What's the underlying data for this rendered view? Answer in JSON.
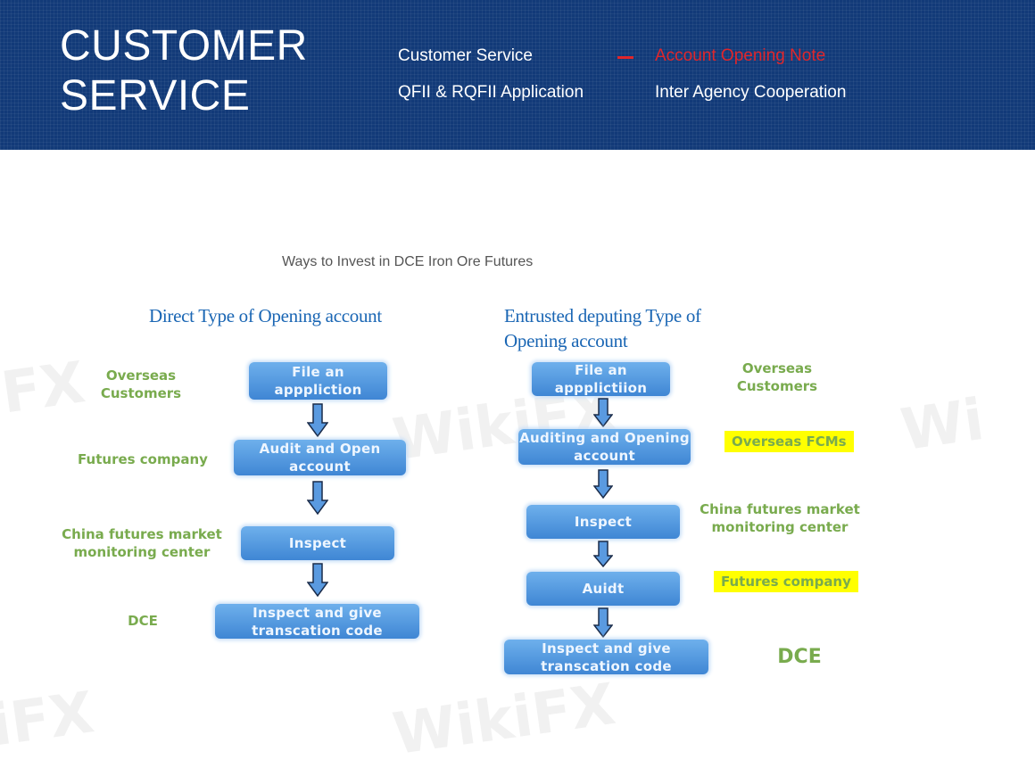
{
  "header": {
    "title_line1": "CUSTOMER",
    "title_line2": "SERVICE",
    "nav": [
      {
        "label": "Customer Service"
      },
      {
        "label": "Account Opening Note"
      },
      {
        "label": "QFII & RQFII Application"
      },
      {
        "label": "Inter Agency Cooperation"
      }
    ],
    "active_color": "#e0262b",
    "banner_color": "#123a78"
  },
  "main": {
    "section_title": "Ways to Invest in DCE Iron Ore Futures",
    "direct": {
      "title": "Direct Type of Opening account",
      "steps": [
        {
          "box": "File an apppliction",
          "label": "Overseas Customers"
        },
        {
          "box": "Audit and Open account",
          "label": "Futures company"
        },
        {
          "box": "Inspect",
          "label": "China futures market monitoring center"
        },
        {
          "box": "Inspect and give transcation code",
          "label": "DCE"
        }
      ]
    },
    "entrusted": {
      "title": "Entrusted deputing Type of Opening account",
      "steps": [
        {
          "box": "File an appplictiion",
          "label": "Overseas Customers"
        },
        {
          "box": "Auditing and Opening account",
          "label": "Overseas FCMs"
        },
        {
          "box": "Inspect",
          "label": "China futures market monitoring center"
        },
        {
          "box": "Auidt",
          "label": "Futures company"
        },
        {
          "box": "Inspect and give transcation code",
          "label": "DCE"
        }
      ]
    }
  },
  "colors": {
    "box_blue": "#4a90dc",
    "label_green": "#79ab4e",
    "highlight": "#ffff00",
    "title_blue": "#1a66b4"
  }
}
